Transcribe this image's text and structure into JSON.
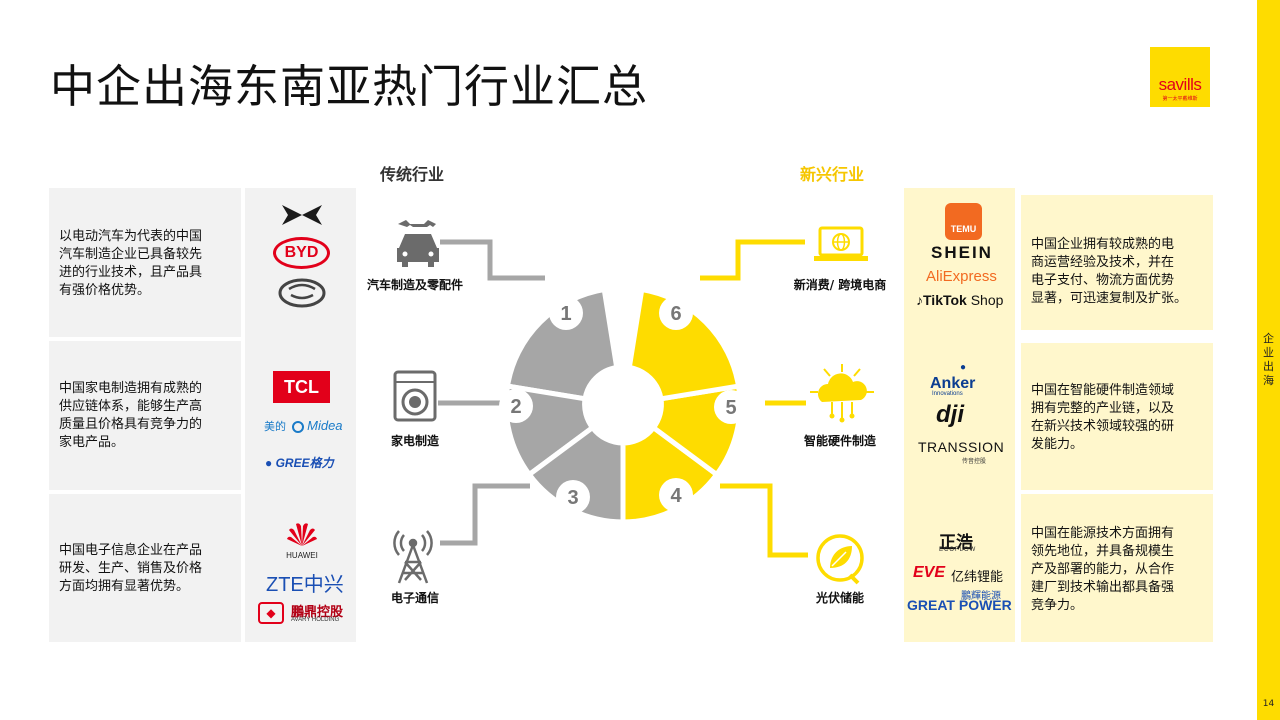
{
  "title": "中企出海东南亚热门行业汇总",
  "logo": {
    "word": "savills",
    "sub": "第一太平戴维斯"
  },
  "side_label": "企业出海",
  "page_number": "14",
  "sections": {
    "traditional": "传统行业",
    "emerging": "新兴行业"
  },
  "left_rows": [
    {
      "desc": [
        "以电动汽车为代表的中国",
        "汽车制造企业已具备较先",
        "进的行业技术，且产品具",
        "有强价格优势。"
      ],
      "industry": "汽车制造及零配件",
      "number": "1",
      "brands": [
        "BYD"
      ]
    },
    {
      "desc": [
        "中国家电制造拥有成熟的",
        "供应链体系，能够生产高",
        "质量且价格具有竞争力的",
        "家电产品。"
      ],
      "industry": "家电制造",
      "number": "2",
      "brands": [
        "TCL",
        "美的",
        "Midea",
        "GREE",
        "格力"
      ]
    },
    {
      "desc": [
        "中国电子信息企业在产品",
        "研发、生产、销售及价格",
        "方面均拥有显著优势。"
      ],
      "industry": "电子通信",
      "number": "3",
      "brands": [
        "HUAWEI",
        "ZTE中兴",
        "鵬鼎控股",
        "AVARY HOLDING"
      ]
    }
  ],
  "right_rows": [
    {
      "desc": [
        "中国企业拥有较成熟的电",
        "商运营经验及技术，并在",
        "电子支付、物流方面优势",
        "显著，可迅速复制及扩张。"
      ],
      "industry": "新消费/ 跨境电商",
      "number": "6",
      "brands": [
        "TEMU",
        "SHEIN",
        "AliExpress",
        "TikTok",
        "Shop"
      ]
    },
    {
      "desc": [
        "中国在智能硬件制造领域",
        "拥有完整的产业链，以及",
        "在新兴技术领域较强的研",
        "发能力。"
      ],
      "industry": "智能硬件制造",
      "number": "5",
      "brands": [
        "Anker",
        "Innovations",
        "dji",
        "TRANSSION",
        "传音控股"
      ]
    },
    {
      "desc": [
        "中国在能源技术方面拥有",
        "领先地位，并具备规模生",
        "产及部署的能力，从合作",
        "建厂到技术输出都具备强",
        "竞争力。"
      ],
      "industry": "光伏储能",
      "number": "4",
      "brands": [
        "正浩",
        "ECOFLOW",
        "EVE",
        "亿纬锂能",
        "鵬輝能源",
        "GREAT POWER"
      ]
    }
  ],
  "colors": {
    "yellow": "#fedc00",
    "grey": "#a6a6a6",
    "panel_grey": "#f2f2f2",
    "panel_yellow": "#fff7cc",
    "brand_red": "#e2001a"
  }
}
